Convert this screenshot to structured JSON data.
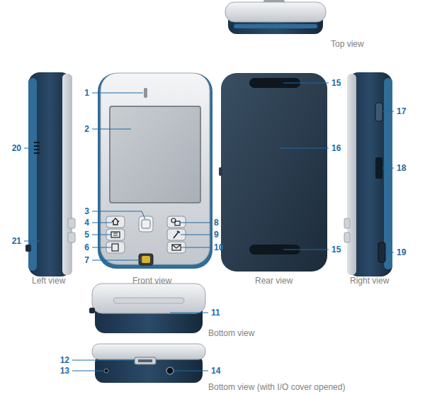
{
  "diagram": {
    "labels": [
      "Top view",
      "1",
      "15",
      "17",
      "2",
      "16",
      "20",
      "18",
      "3",
      "8",
      "4",
      "5",
      "9",
      "6",
      "10",
      "7",
      "15",
      "21",
      "19",
      "Left view",
      "Front view",
      "Rear view",
      "Right view",
      "11",
      "Bottom view",
      "12",
      "13",
      "14",
      "Bottom view (with I/O cover opened)"
    ]
  }
}
